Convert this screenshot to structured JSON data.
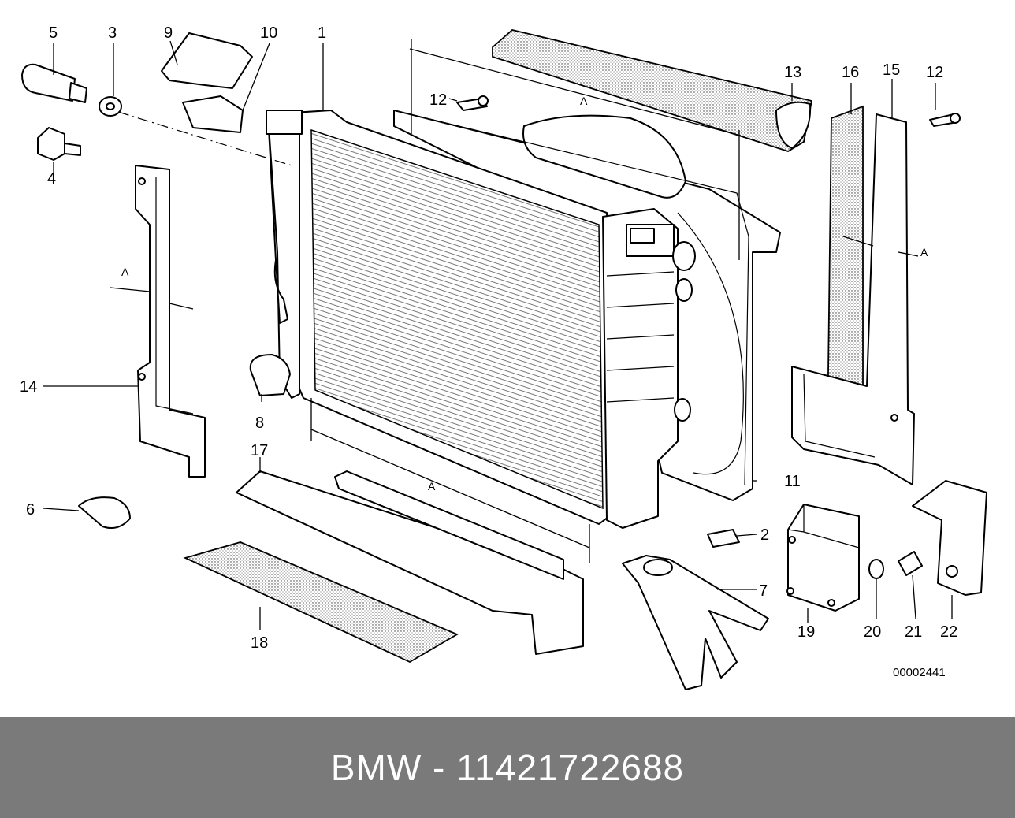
{
  "callouts": [
    "1",
    "2",
    "3",
    "4",
    "5",
    "6",
    "7",
    "8",
    "9",
    "10",
    "11",
    "12",
    "12",
    "13",
    "14",
    "15",
    "16",
    "17",
    "18",
    "19",
    "20",
    "21",
    "22"
  ],
  "dimension_label": "A",
  "reference_number": "00002441",
  "footer": {
    "title": "BMW - 11421722688",
    "background": "#7a7a7a",
    "text_color": "#ffffff"
  }
}
